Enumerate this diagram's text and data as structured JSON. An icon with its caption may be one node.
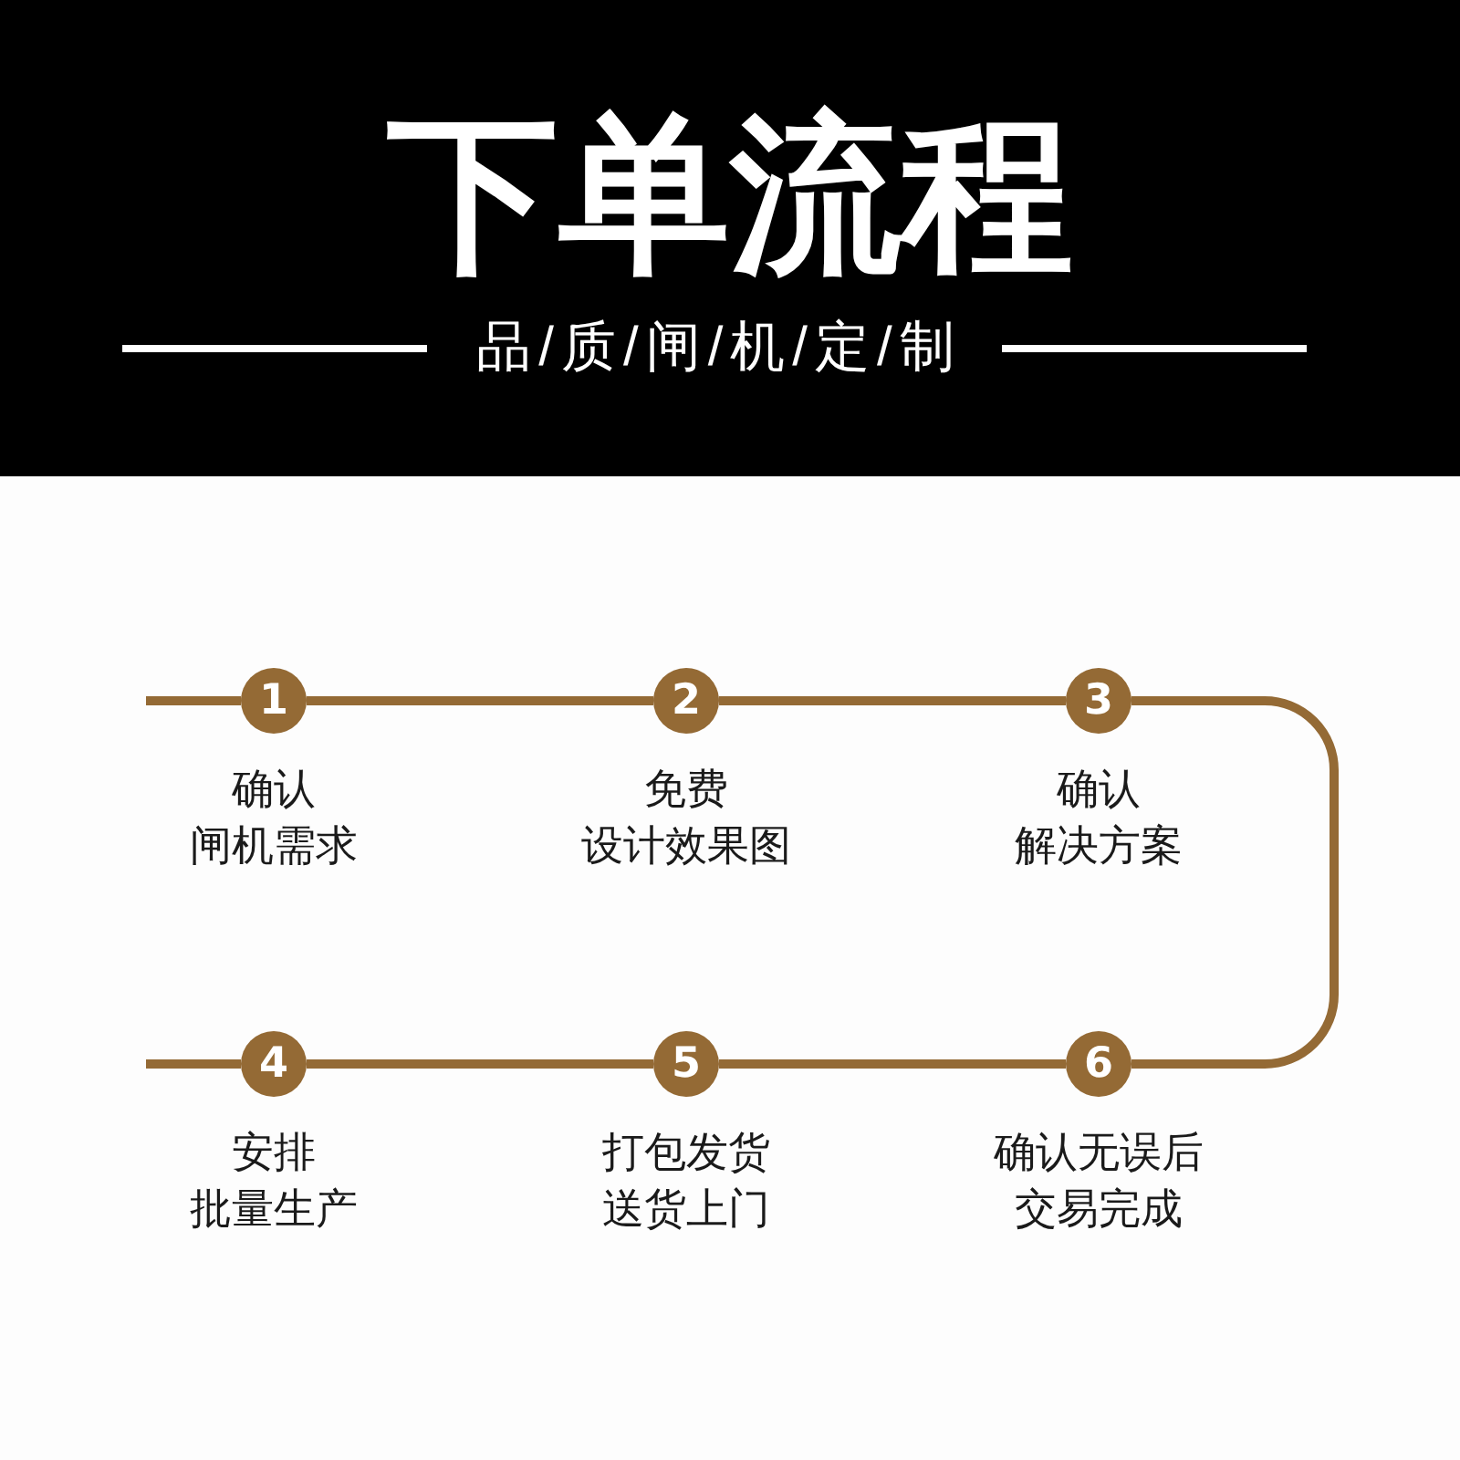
{
  "diagram": {
    "title": "下单流程",
    "nodes": [
      {
        "text": [
          "1"
        ],
        "beside": [
          "确认",
          "闸机需求"
        ]
      },
      {
        "text": [
          "2"
        ],
        "beside": [
          "免费",
          "设计效果图"
        ]
      },
      {
        "text": [
          "3"
        ],
        "beside": [
          "确认",
          "解决方案"
        ]
      },
      {
        "text": [
          "4"
        ],
        "beside": [
          "安排",
          "批量生产"
        ]
      },
      {
        "text": [
          "5"
        ],
        "beside": [
          "打包发货",
          "送货上门"
        ]
      },
      {
        "text": [
          "6"
        ],
        "beside": [
          "确认无误后",
          "交易完成"
        ]
      }
    ],
    "edges": [
      {
        "from": null,
        "to": 0,
        "arrow": "none"
      },
      {
        "from": 0,
        "to": 1,
        "arrow": "none"
      },
      {
        "from": 1,
        "to": 2,
        "arrow": "none"
      },
      {
        "from": 2,
        "to": 5,
        "arrow": "none"
      },
      {
        "from": 5,
        "to": 4,
        "arrow": "none"
      },
      {
        "from": 4,
        "to": 3,
        "arrow": "none"
      },
      {
        "from": 3,
        "to": null,
        "arrow": "none"
      }
    ],
    "labels": [
      "品/质/闸/机/定/制"
    ]
  }
}
